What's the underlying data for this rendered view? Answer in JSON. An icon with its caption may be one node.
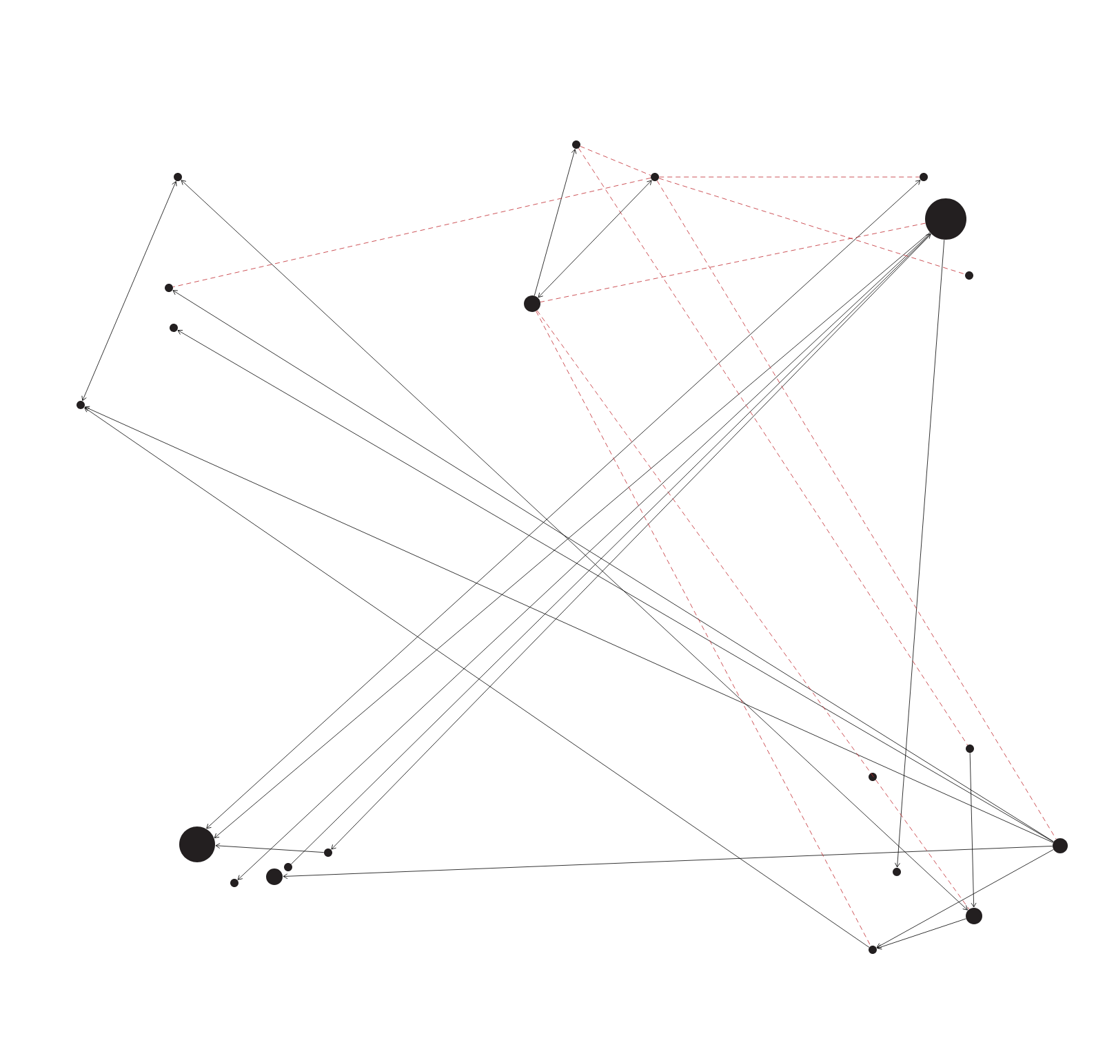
{
  "diagram": {
    "nodes": [
      {
        "text": [],
        "shape": "circle"
      },
      {
        "text": [],
        "shape": "circle"
      },
      {
        "text": [],
        "shape": "circle"
      },
      {
        "text": [],
        "shape": "circle"
      },
      {
        "text": [],
        "shape": "circle"
      },
      {
        "text": [],
        "shape": "circle"
      },
      {
        "text": [],
        "shape": "circle"
      },
      {
        "text": [],
        "shape": "circle"
      },
      {
        "text": [],
        "shape": "circle"
      },
      {
        "text": [],
        "shape": "circle"
      },
      {
        "text": [],
        "shape": "circle"
      },
      {
        "text": [],
        "shape": "circle"
      },
      {
        "text": [],
        "shape": "circle"
      },
      {
        "text": [],
        "shape": "circle"
      },
      {
        "text": [],
        "shape": "circle"
      },
      {
        "text": [],
        "shape": "circle"
      },
      {
        "text": [],
        "shape": "circle"
      },
      {
        "text": [],
        "shape": "circle"
      },
      {
        "text": [],
        "shape": "circle"
      },
      {
        "text": [],
        "shape": "circle"
      },
      {
        "text": [],
        "shape": "circle"
      }
    ],
    "edges": [
      {
        "from": 7,
        "to": 0,
        "arrow": "to"
      },
      {
        "from": 7,
        "to": 2,
        "arrow": "both"
      },
      {
        "from": 1,
        "to": 9,
        "arrow": "both"
      },
      {
        "from": 1,
        "to": 19,
        "arrow": "both"
      },
      {
        "from": 13,
        "to": 6,
        "arrow": "to"
      },
      {
        "from": 13,
        "to": 8,
        "arrow": "to"
      },
      {
        "from": 13,
        "to": 9,
        "arrow": "to"
      },
      {
        "from": 20,
        "to": 9,
        "arrow": "to"
      },
      {
        "from": 3,
        "to": 12,
        "arrow": "both"
      },
      {
        "from": 4,
        "to": 12,
        "arrow": "to"
      },
      {
        "from": 4,
        "to": 18,
        "arrow": "to"
      },
      {
        "from": 15,
        "to": 4,
        "arrow": "to"
      },
      {
        "from": 4,
        "to": 14,
        "arrow": "to"
      },
      {
        "from": 4,
        "to": 16,
        "arrow": "to"
      },
      {
        "from": 14,
        "to": 12,
        "arrow": "to"
      },
      {
        "from": 13,
        "to": 17,
        "arrow": "to"
      },
      {
        "from": 13,
        "to": 20,
        "arrow": "to"
      },
      {
        "from": 19,
        "to": 20,
        "arrow": "to"
      },
      {
        "from": 10,
        "to": 19,
        "arrow": "to"
      },
      {
        "from": 0,
        "to": 2,
        "arrow": "none",
        "style": "dashed",
        "color": "#c0272d"
      },
      {
        "from": 0,
        "to": 10,
        "arrow": "none",
        "style": "dashed",
        "color": "#c0272d"
      },
      {
        "from": 2,
        "to": 3,
        "arrow": "none",
        "style": "dashed",
        "color": "#c0272d"
      },
      {
        "from": 2,
        "to": 6,
        "arrow": "none",
        "style": "dashed",
        "color": "#c0272d"
      },
      {
        "from": 2,
        "to": 5,
        "arrow": "none",
        "style": "dashed",
        "color": "#c0272d"
      },
      {
        "from": 2,
        "to": 13,
        "arrow": "none",
        "style": "dashed",
        "color": "#c0272d"
      },
      {
        "from": 4,
        "to": 7,
        "arrow": "none",
        "style": "dashed",
        "color": "#c0272d"
      },
      {
        "from": 7,
        "to": 19,
        "arrow": "none",
        "style": "dashed",
        "color": "#c0272d"
      },
      {
        "from": 7,
        "to": 20,
        "arrow": "none",
        "style": "dashed",
        "color": "#c0272d"
      }
    ]
  }
}
